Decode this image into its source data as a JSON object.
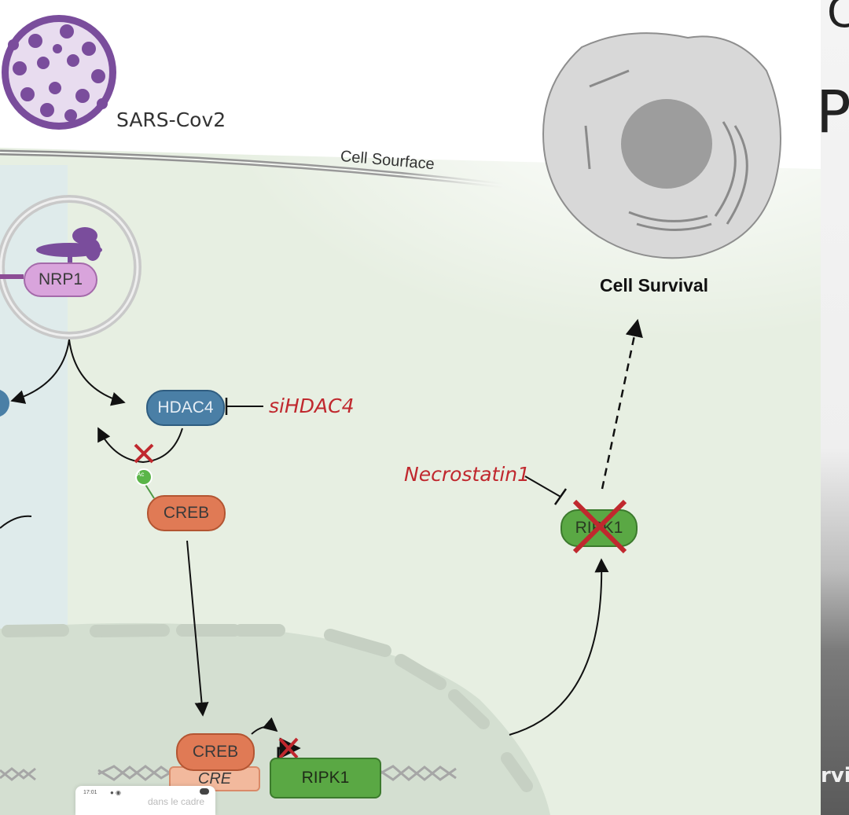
{
  "labels": {
    "virus": "SARS-Cov2",
    "cell_surface": "Cell Sourface",
    "cell_survival": "Cell Survival",
    "nrp1": "NRP1",
    "hdac4": "HDAC4",
    "si_hdac4": "siHDAC4",
    "creb": "CREB",
    "creb_nucleus": "CREB",
    "cre": "CRE",
    "ripk1_gene": "RIPK1",
    "ripk1_protein": "RIPK1",
    "necrostatin": "Necrostatin1",
    "acetyl": "Ac"
  },
  "colors": {
    "hdac4": "#4a7fa6",
    "nrp1": "#d9a4dc",
    "creb": "#e07a55",
    "cre": "#f2b99d",
    "ripk1": "#5aa844",
    "inhibitor_text": "#c0282e",
    "block_x": "#c0282e",
    "virus": "#7a4d9c"
  },
  "overlay": {
    "status_time": "17:01",
    "status_caption": "dans le cadre"
  },
  "strip": {
    "top_glyph": "C",
    "mid_glyph": "Pk",
    "bottom_glyph": "rvi"
  }
}
